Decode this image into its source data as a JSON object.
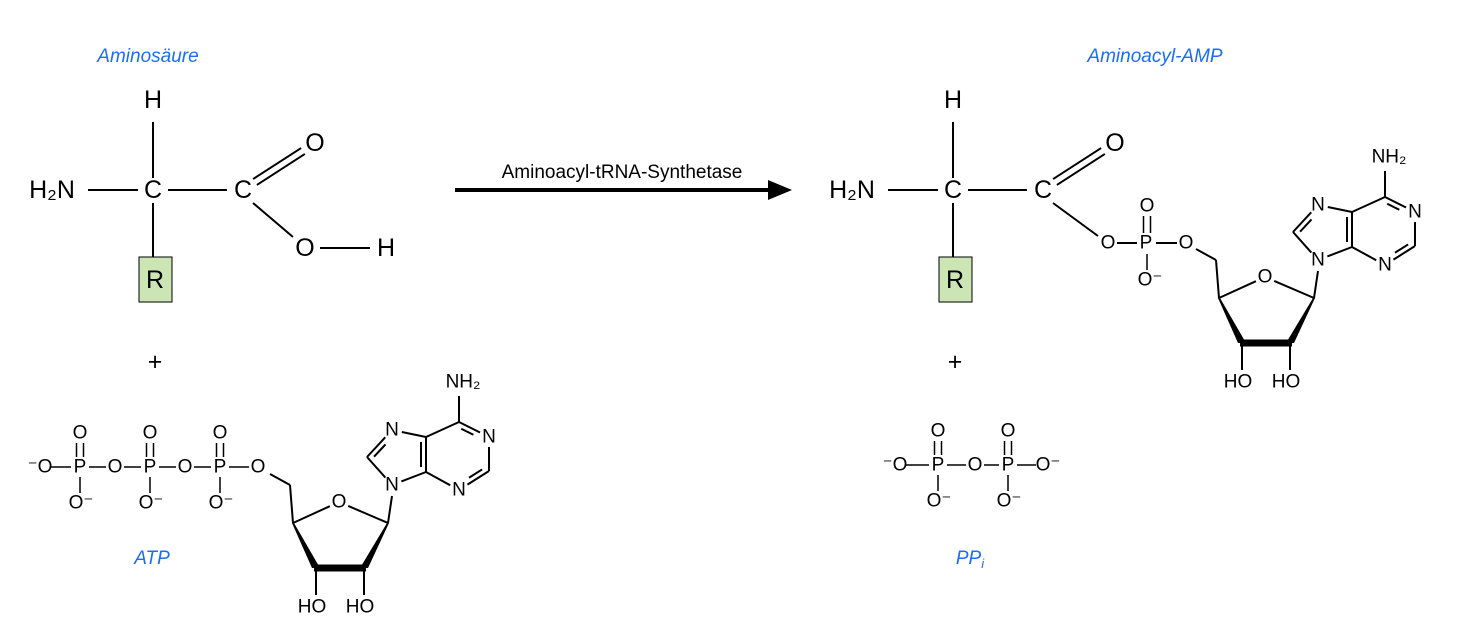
{
  "labels": {
    "amino_acid": "Aminosäure",
    "aminoacyl_amp": "Aminoacyl-AMP",
    "atp": "ATP",
    "ppi_main": "PP",
    "ppi_sub": "i"
  },
  "reaction": {
    "enzyme": "Aminoacyl-tRNA-Synthetase",
    "plus": "+"
  },
  "atoms": {
    "H": "H",
    "C": "C",
    "O": "O",
    "N": "N",
    "P": "P",
    "R": "R",
    "H2N": "H₂N",
    "NH2": "NH₂",
    "HO": "HO",
    "O_minus": "O⁻",
    "minus_O": "⁻O"
  },
  "colors": {
    "label": "#1a6ff5",
    "r_box": "#cce5b5"
  }
}
